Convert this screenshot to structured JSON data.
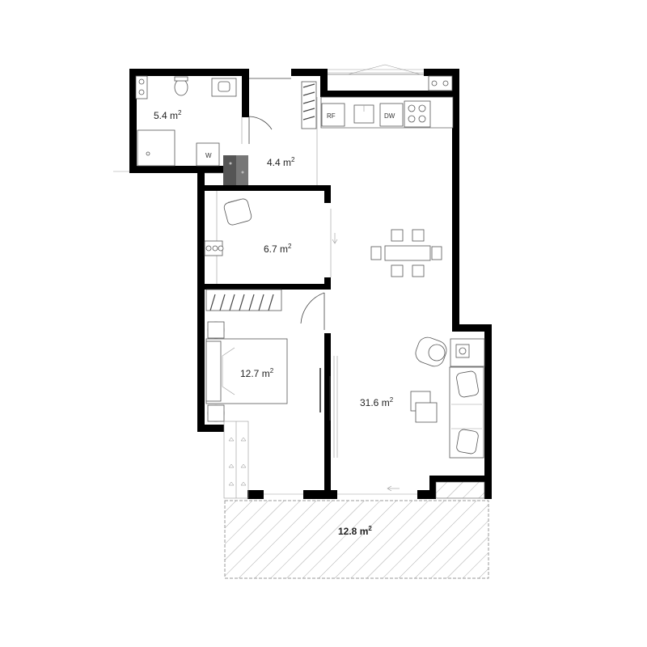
{
  "rooms": [
    {
      "id": "bathroom",
      "area": "5.4 m",
      "sup": "2"
    },
    {
      "id": "hallway",
      "area": "4.4 m",
      "sup": "2"
    },
    {
      "id": "study",
      "area": "6.7 m",
      "sup": "2"
    },
    {
      "id": "bedroom",
      "area": "12.7 m",
      "sup": "2"
    },
    {
      "id": "living",
      "area": "31.6 m",
      "sup": "2"
    },
    {
      "id": "terrace",
      "area": "12.8 m",
      "sup": "2"
    }
  ],
  "appliances": {
    "fridge": "RF",
    "dishwasher": "DW",
    "washer": "W"
  },
  "colors": {
    "wall": "#000000",
    "line": "#444444",
    "shaft": "#555555"
  }
}
